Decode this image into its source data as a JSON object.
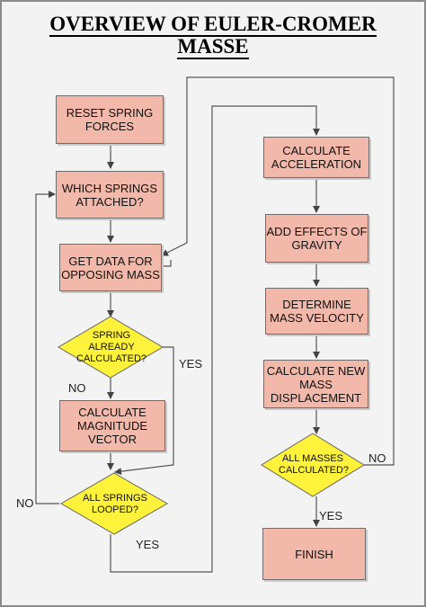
{
  "title": {
    "line1": "OVERVIEW OF EULER-CROMER",
    "line2": "MASSE"
  },
  "process_boxes": {
    "reset_spring_forces": "RESET SPRING FORCES",
    "which_springs_attached": "WHICH SPRINGS ATTACHED?",
    "get_data_opposing_mass": "GET DATA FOR OPPOSING MASS",
    "calculate_magnitude_vector": "CALCULATE MAGNITUDE VECTOR",
    "calculate_acceleration": "CALCULATE ACCELERATION",
    "add_effects_of_gravity": "ADD EFFECTS OF GRAVITY",
    "determine_mass_velocity": "DETERMINE MASS VELOCITY",
    "calculate_new_mass_displacement": "CALCULATE NEW MASS DISPLACEMENT",
    "finish": "FINISH"
  },
  "decisions": {
    "spring_already_calculated": "SPRING ALREADY CALCULATED?",
    "all_springs_looped": "ALL SPRINGS LOOPED?",
    "all_masses_calculated": "ALL MASSES CALCULATED?"
  },
  "edge_labels": {
    "spring_calc_yes": "YES",
    "spring_calc_no": "NO",
    "springs_looped_no": "NO",
    "springs_looped_yes": "YES",
    "masses_no": "NO",
    "masses_yes": "YES"
  },
  "colors": {
    "process_fill": "#f2b8a9",
    "decision_fill": "#fff23a",
    "line": "#444444"
  }
}
